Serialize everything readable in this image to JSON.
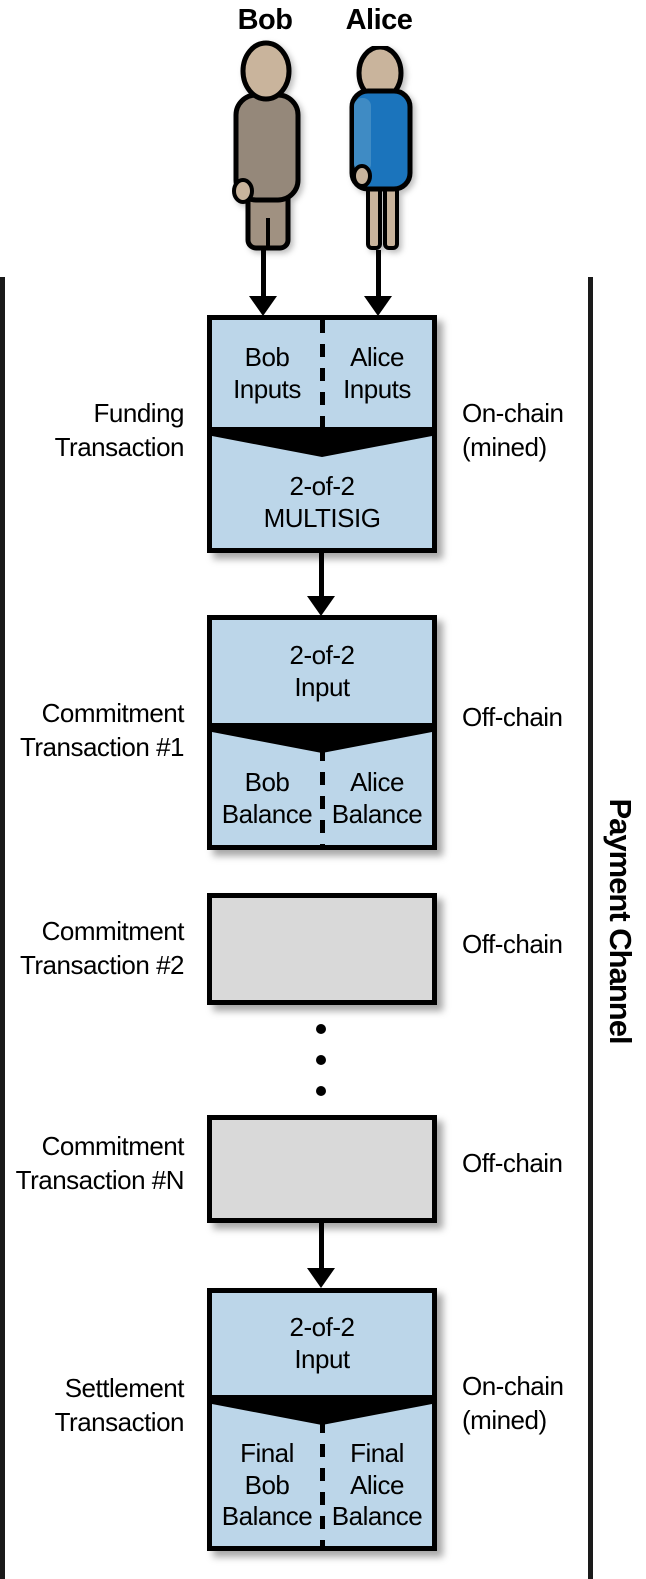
{
  "actors": {
    "bob": "Bob",
    "alice": "Alice"
  },
  "funding": {
    "left_label": "Funding\nTransaction",
    "right_label": "On-chain\n(mined)",
    "input_left": "Bob\nInputs",
    "input_right": "Alice\nInputs",
    "output": "2-of-2\nMULTISIG"
  },
  "commitment1": {
    "left_label": "Commitment\nTransaction #1",
    "right_label": "Off-chain",
    "input": "2-of-2\nInput",
    "output_left": "Bob\nBalance",
    "output_right": "Alice\nBalance"
  },
  "commitment2": {
    "left_label": "Commitment\nTransaction #2",
    "right_label": "Off-chain"
  },
  "commitmentN": {
    "left_label": "Commitment\nTransaction #N",
    "right_label": "Off-chain"
  },
  "settlement": {
    "left_label": "Settlement\nTransaction",
    "right_label": "On-chain\n(mined)",
    "input": "2-of-2\nInput",
    "output_left": "Final\nBob\nBalance",
    "output_right": "Final\nAlice\nBalance"
  },
  "channel": {
    "label": "Payment Channel"
  },
  "colors": {
    "box_blue": "#BCD6E9",
    "box_gray": "#D9D9D9",
    "bob_jacket": "#95887A",
    "bob_pants": "#A09181",
    "alice_dress": "#1B74BC",
    "alice_sleeve": "#3F8BC4",
    "skin": "#C9B49C"
  }
}
